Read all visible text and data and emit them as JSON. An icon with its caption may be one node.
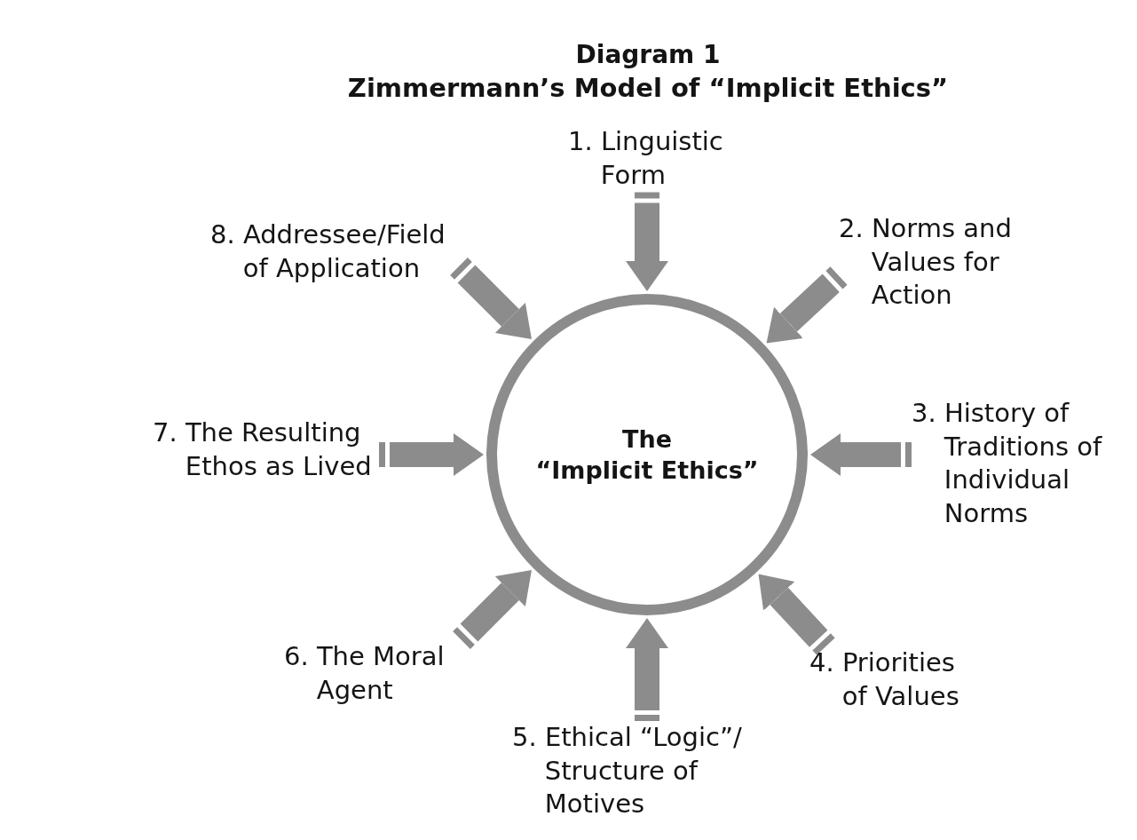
{
  "diagram": {
    "title": "Zimmermann’s Model of “Implicit Ethics”",
    "nodes": [
      {
        "text": [
          "The “Implicit Ethics”"
        ]
      },
      {
        "text": [
          "1. Linguistic Form"
        ]
      },
      {
        "text": [
          "2. Norms and Values for Action"
        ]
      },
      {
        "text": [
          "3. History of Traditions of Individual Norms"
        ]
      },
      {
        "text": [
          "4. Priorities of Values"
        ]
      },
      {
        "text": [
          "5. Ethical “Logic”/ Structure of Motives"
        ]
      },
      {
        "text": [
          "6. The Moral Agent"
        ]
      },
      {
        "text": [
          "7. The Resulting Ethos as Lived"
        ]
      },
      {
        "text": [
          "8. Addressee/Field of Application"
        ]
      }
    ],
    "edges": [
      {
        "from": 1,
        "to": 0,
        "arrow": "to"
      },
      {
        "from": 2,
        "to": 0,
        "arrow": "to"
      },
      {
        "from": 3,
        "to": 0,
        "arrow": "to"
      },
      {
        "from": 4,
        "to": 0,
        "arrow": "to"
      },
      {
        "from": 5,
        "to": 0,
        "arrow": "to"
      },
      {
        "from": 6,
        "to": 0,
        "arrow": "to"
      },
      {
        "from": 7,
        "to": 0,
        "arrow": "to"
      },
      {
        "from": 8,
        "to": 0,
        "arrow": "to"
      }
    ],
    "labels": [
      "Diagram 1"
    ]
  }
}
